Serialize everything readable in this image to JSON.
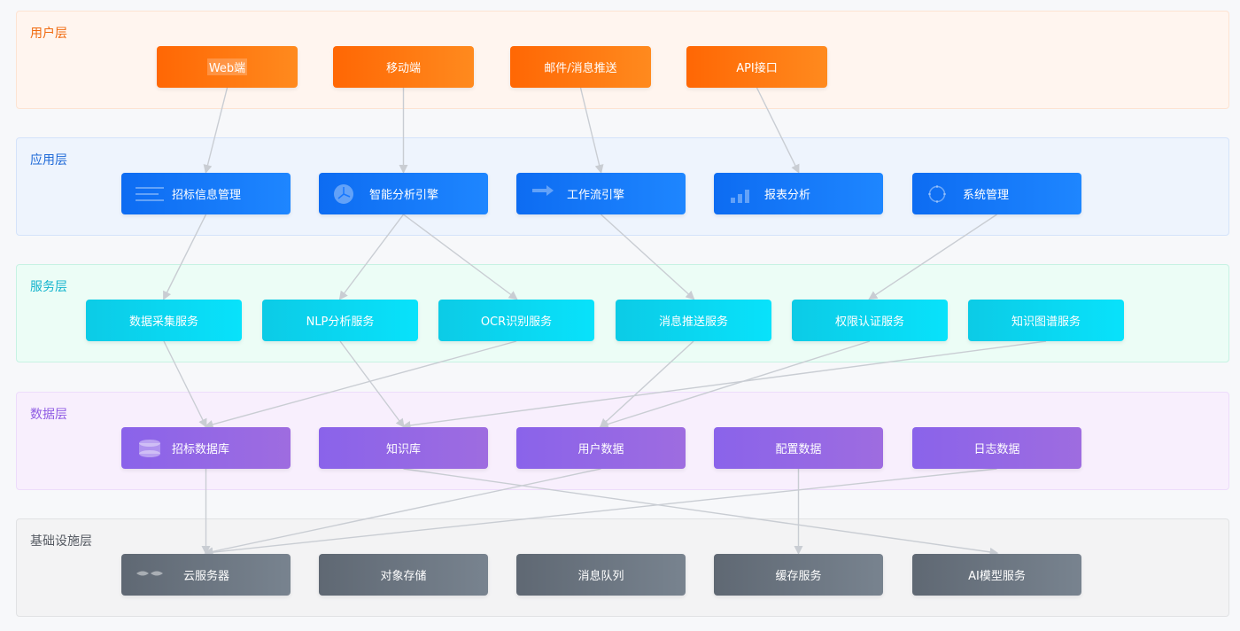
{
  "layers": {
    "user": {
      "title": "用户层",
      "nodes": [
        "Web端",
        "移动端",
        "邮件/消息推送",
        "API接口"
      ]
    },
    "app": {
      "title": "应用层",
      "nodes": [
        "招标信息管理",
        "智能分析引擎",
        "工作流引擎",
        "报表分析",
        "系统管理"
      ],
      "icons": [
        "list-icon",
        "pie-icon",
        "arrow-icon",
        "bar-chart-icon",
        "gear-icon"
      ]
    },
    "service": {
      "title": "服务层",
      "nodes": [
        "数据采集服务",
        "NLP分析服务",
        "OCR识别服务",
        "消息推送服务",
        "权限认证服务",
        "知识图谱服务"
      ]
    },
    "data": {
      "title": "数据层",
      "nodes": [
        "招标数据库",
        "知识库",
        "用户数据",
        "配置数据",
        "日志数据"
      ],
      "icons": [
        "database-icon"
      ]
    },
    "infra": {
      "title": "基础设施层",
      "nodes": [
        "云服务器",
        "对象存储",
        "消息队列",
        "缓存服务",
        "AI模型服务"
      ],
      "icons": [
        "cloud-icon"
      ]
    }
  },
  "edges": [
    [
      "user.0",
      "app.0"
    ],
    [
      "user.1",
      "app.1"
    ],
    [
      "user.2",
      "app.2"
    ],
    [
      "user.3",
      "app.3"
    ],
    [
      "app.0",
      "service.0"
    ],
    [
      "app.1",
      "service.1"
    ],
    [
      "app.1",
      "service.2"
    ],
    [
      "app.2",
      "service.3"
    ],
    [
      "app.4",
      "service.4"
    ],
    [
      "service.0",
      "data.0"
    ],
    [
      "service.1",
      "data.1"
    ],
    [
      "service.2",
      "data.0"
    ],
    [
      "service.3",
      "data.2"
    ],
    [
      "service.4",
      "data.2"
    ],
    [
      "service.5",
      "data.1"
    ],
    [
      "data.0",
      "infra.0"
    ],
    [
      "data.1",
      "infra.4"
    ],
    [
      "data.2",
      "infra.0"
    ],
    [
      "data.3",
      "infra.3"
    ],
    [
      "data.4",
      "infra.0"
    ]
  ],
  "colors": {
    "user": "#ff7a10",
    "app": "#1677ff",
    "service": "#0fd6f2",
    "data": "#8f66e6",
    "infra": "#68727d",
    "edge": "#c9cdd3"
  }
}
